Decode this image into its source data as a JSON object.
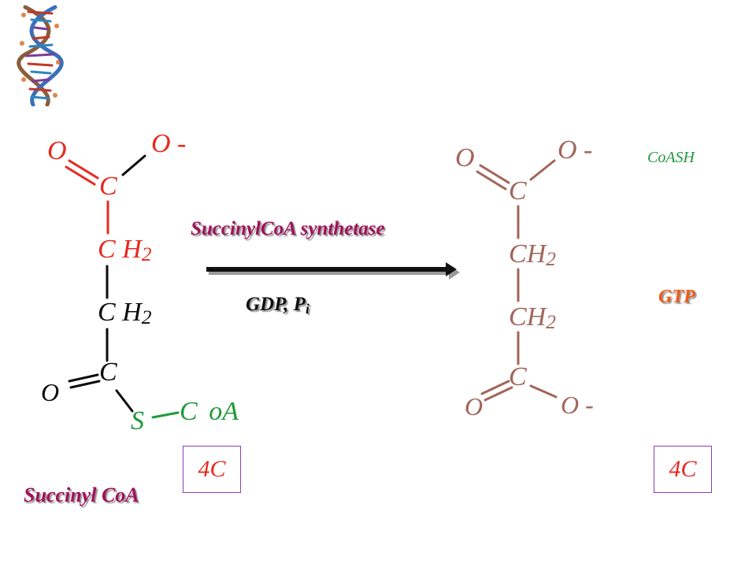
{
  "colors": {
    "red": "#e8281e",
    "dark": "#0b0b0b",
    "green": "#1f9a3a",
    "brown": "#a2655a",
    "label_magenta": "#a0125a",
    "gtp_orange": "#f05a14",
    "box_border": "#8a3fb0"
  },
  "decoration": {
    "icon": "dna-helix-icon"
  },
  "substrate": {
    "o_double": "O",
    "o_minus": "O -",
    "c1": "C",
    "c2": "C",
    "h2_a": "H",
    "sub2_a": "2",
    "c3": "C",
    "h2_b": "H",
    "sub2_b": "2",
    "c4": "C",
    "o_thioester": "O",
    "s": "S",
    "coa_c": "C",
    "coa_oa": "oA",
    "box": "4C",
    "name": "Succinyl CoA"
  },
  "reaction": {
    "enzyme": "SuccinylCoA synthetase",
    "cofactors_main": "GDP, P",
    "cofactors_sub": "i"
  },
  "product": {
    "o_double_top": "O",
    "o_minus_top": "O -",
    "c1": "C",
    "c2": "C",
    "h2_a": "H",
    "sub2_a": "2",
    "c3": "C",
    "h2_b": "H",
    "sub2_b": "2",
    "c4": "C",
    "o_double_bottom": "O",
    "o_minus_bottom": "O -",
    "box": "4C"
  },
  "byproducts": {
    "coash": "CoASH",
    "gtp": "GTP"
  }
}
